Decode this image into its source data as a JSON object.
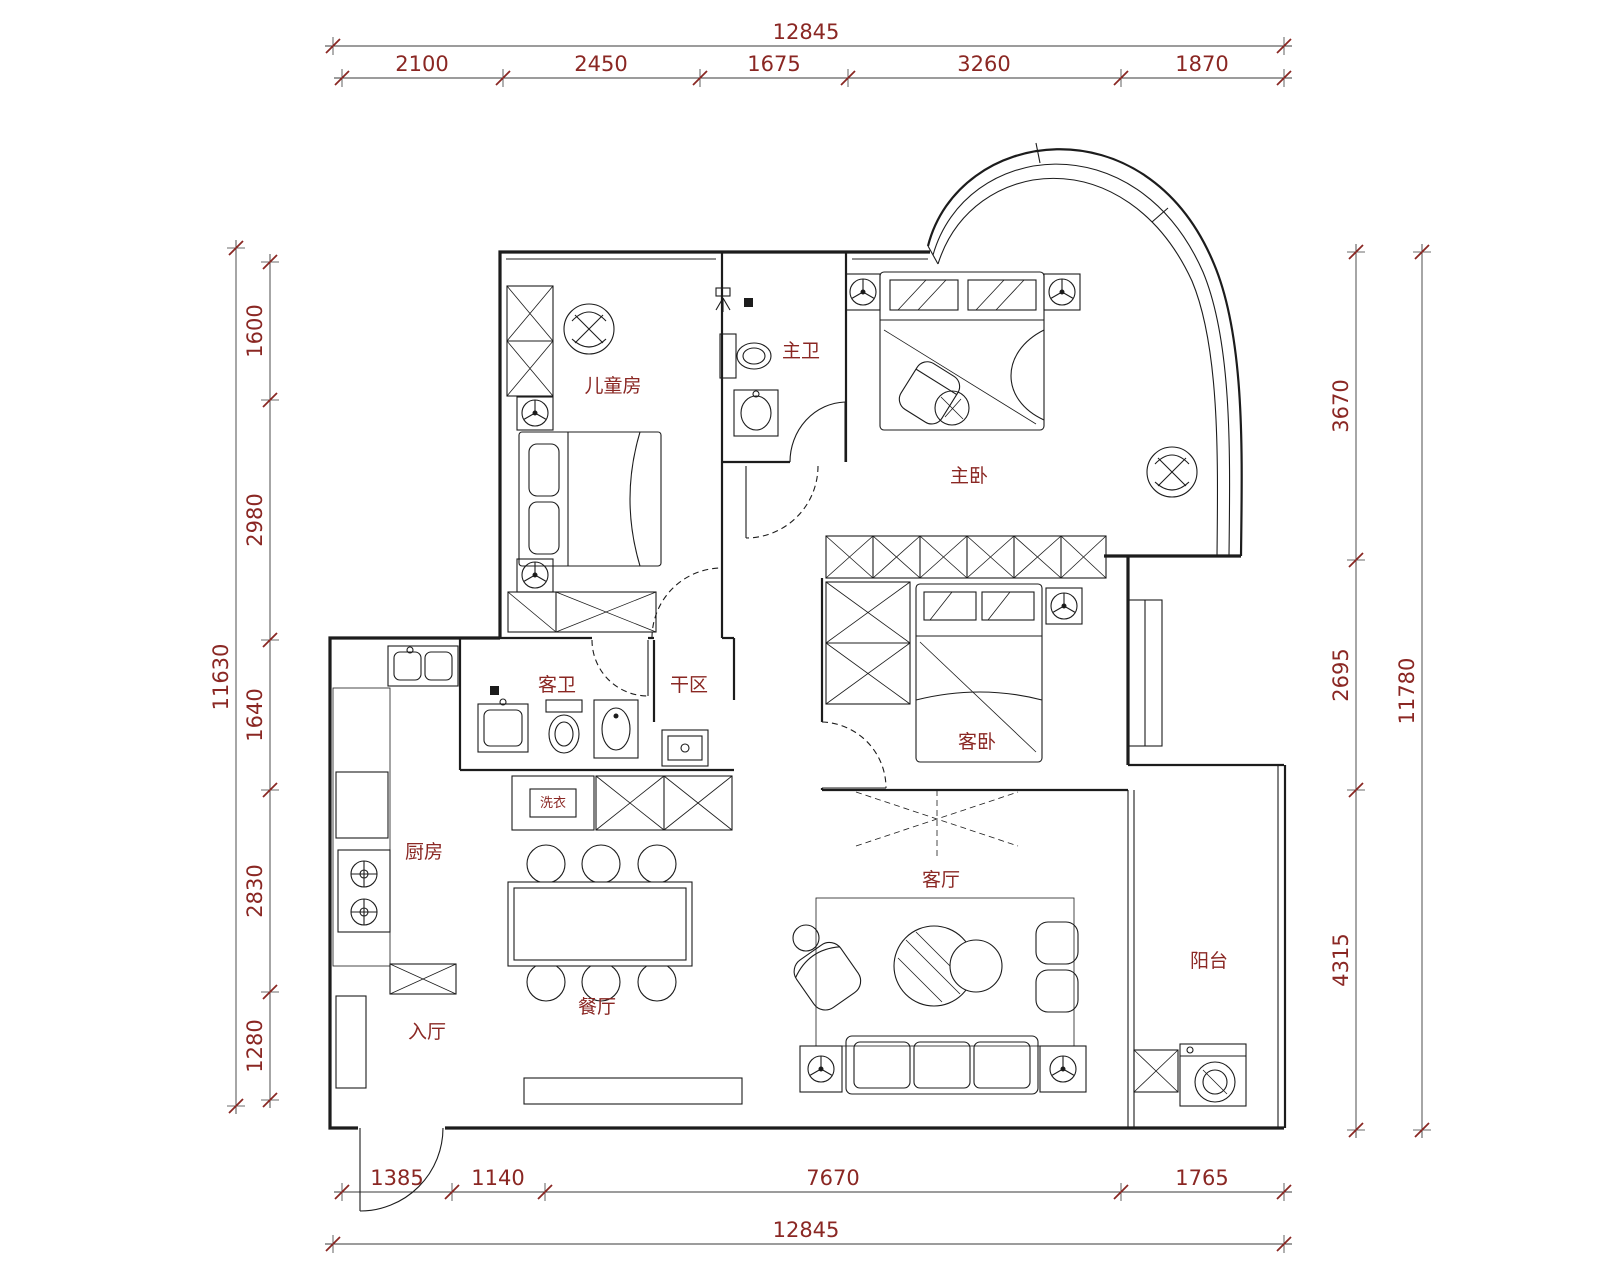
{
  "colors": {
    "wall_line": "#1c1c1c",
    "dimension_text": "#8a2723",
    "room_label_text": "#8a2723",
    "background": "#ffffff"
  },
  "dimensions": {
    "top": {
      "total": "12845",
      "segments": [
        "2100",
        "2450",
        "1675",
        "3260",
        "1870"
      ]
    },
    "left": {
      "total": "11630",
      "segments": [
        "1600",
        "2980",
        "1640",
        "2830",
        "1280"
      ]
    },
    "right": {
      "total": "11780",
      "segments": [
        "3670",
        "2695",
        "4315"
      ]
    },
    "bottom": {
      "total": "12845",
      "segments": [
        "1385",
        "1140",
        "7670",
        "1765"
      ]
    }
  },
  "rooms": {
    "children_room": "儿童房",
    "master_bath": "主卫",
    "master_bedroom": "主卧",
    "guest_bath": "客卫",
    "dry_area": "干区",
    "guest_bedroom": "客卧",
    "kitchen": "厨房",
    "dining_room": "餐厅",
    "living_room": "客厅",
    "balcony": "阳台",
    "entry": "入厅",
    "laundry": "洗衣"
  }
}
